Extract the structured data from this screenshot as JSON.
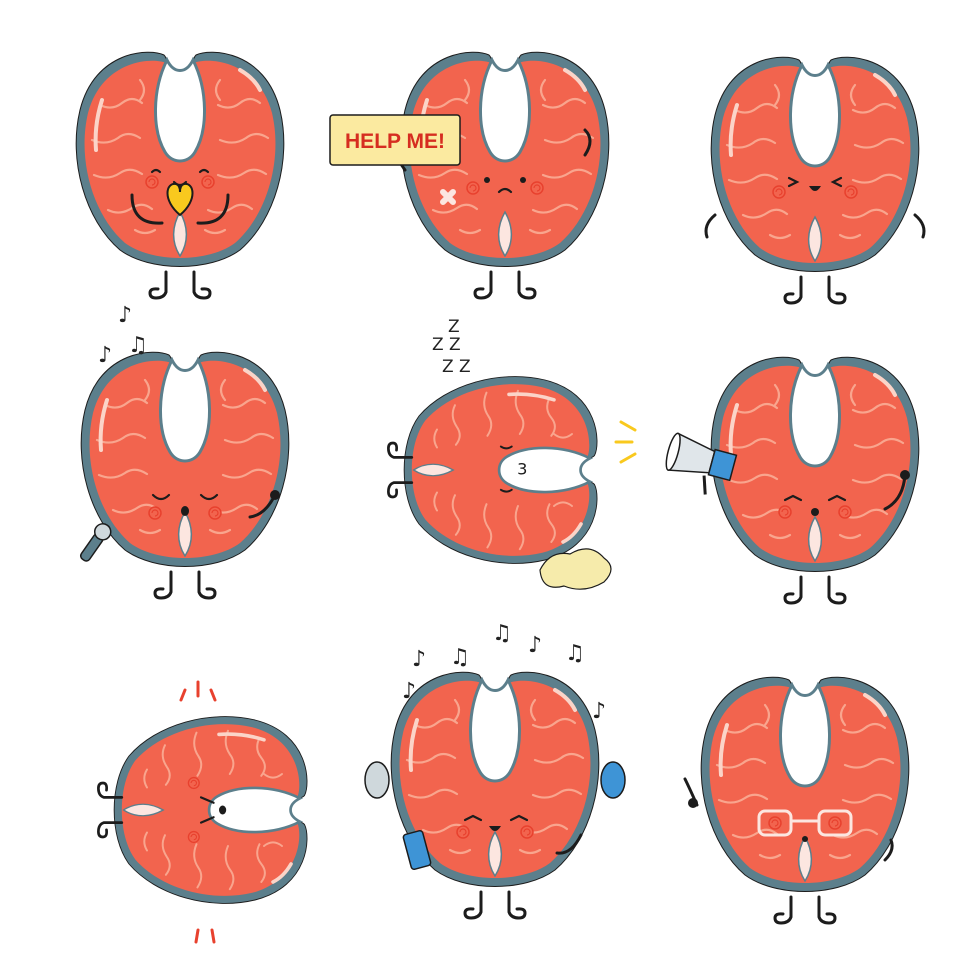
{
  "illustration": {
    "subject": "salmon-steak-characters",
    "background": "#ffffff",
    "sign_text": "HELP ME!",
    "colors": {
      "flesh": "#f2644e",
      "skin": "#5c7f8c",
      "fat_line": "#f9a58e",
      "outline": "#1c1c1c",
      "cheek": "#e8412e",
      "heart": "#f9c91e",
      "sign": "#fbeaa0",
      "megaphone": "#3e94d6",
      "phone": "#3e94d6",
      "fart_cloud": "#f6ebab"
    },
    "characters": [
      {
        "pose": "holding-heart"
      },
      {
        "pose": "help-sign"
      },
      {
        "pose": "happy-arms-up"
      },
      {
        "pose": "singing-microphone"
      },
      {
        "pose": "sleeping"
      },
      {
        "pose": "megaphone"
      },
      {
        "pose": "angry-lying"
      },
      {
        "pose": "headphones-phone"
      },
      {
        "pose": "glasses"
      }
    ]
  }
}
